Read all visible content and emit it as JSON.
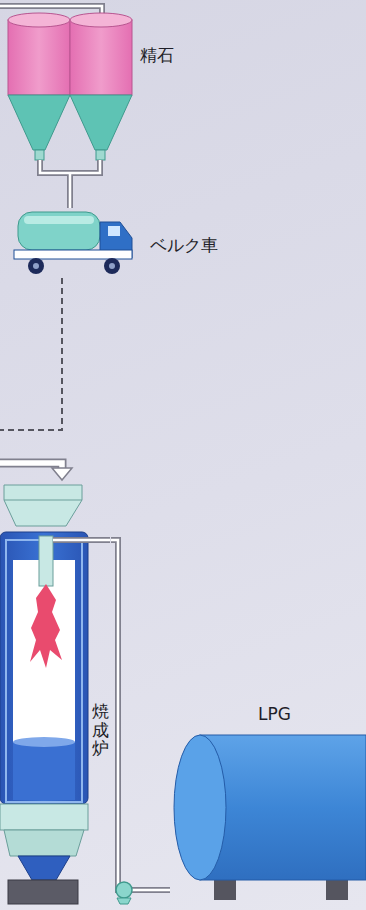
{
  "diagram": {
    "nodes": [
      {
        "text": [
          "精石"
        ]
      },
      {
        "text": [
          "ベルク車"
        ]
      },
      {
        "text": [
          "焼成炉"
        ]
      },
      {
        "text": [
          "LPG"
        ]
      }
    ],
    "edges": [
      {
        "from": 0,
        "to": 1,
        "arrow": "none"
      },
      {
        "from": 1,
        "to": 2,
        "arrow": "to"
      },
      {
        "from": 3,
        "to": 2,
        "arrow": "none"
      }
    ]
  }
}
